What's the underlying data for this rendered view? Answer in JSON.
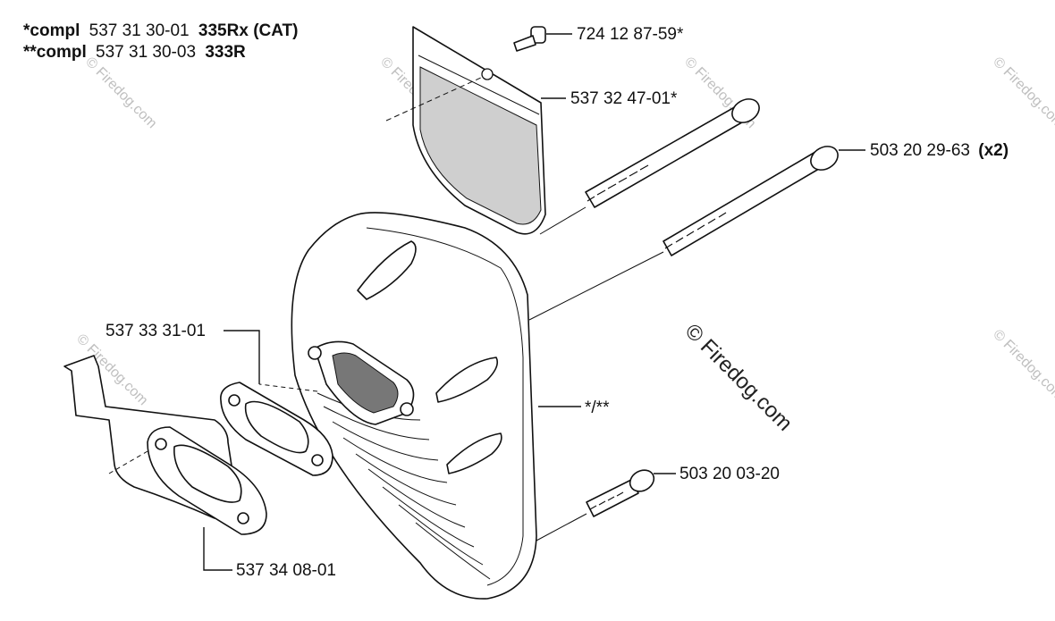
{
  "header": {
    "line1": {
      "prefix": "*compl",
      "number": "537 31 30-01",
      "model": "335Rx (CAT)"
    },
    "line2": {
      "prefix": "**compl",
      "number": "537 31 30-03",
      "model": "333R"
    }
  },
  "labels": {
    "screw_top": "724 12 87-59*",
    "plate": "537 32 47-01*",
    "bolt_long": "503 20 29-63",
    "bolt_long_qty": "(x2)",
    "gasket_upper": "537 33 31-01",
    "muffler": "*/**",
    "screw_bottom": "503 20 03-20",
    "gasket_lower": "537 34 08-01"
  },
  "watermark": {
    "main": "© Firedog.com",
    "small": "© Firedog.com"
  }
}
